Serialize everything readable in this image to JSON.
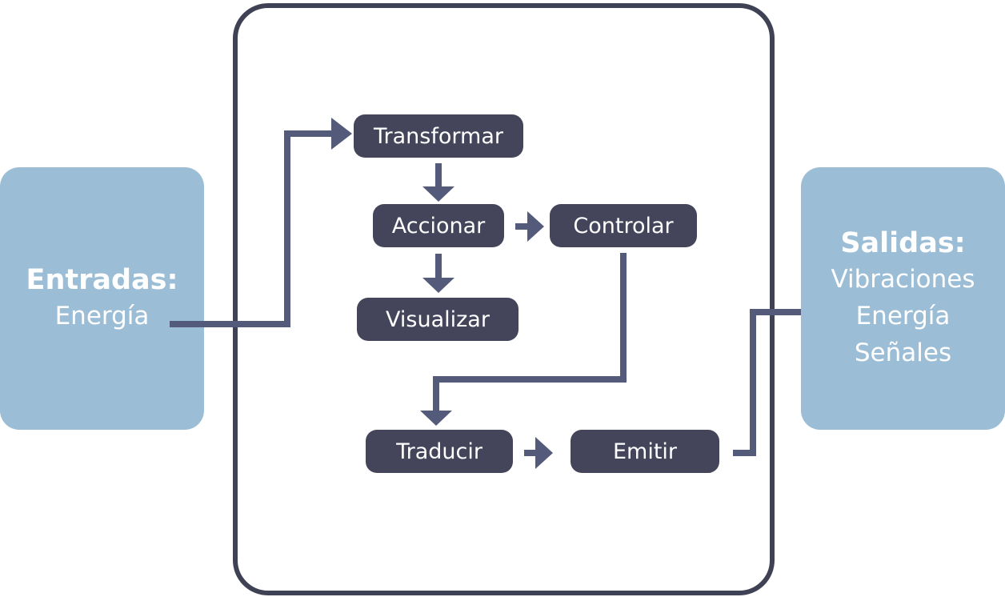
{
  "inputs": {
    "title": "Entradas:",
    "items": [
      "Energía"
    ]
  },
  "steps": {
    "transformar": "Transformar",
    "accionar": "Accionar",
    "controlar": "Controlar",
    "visualizar": "Visualizar",
    "traducir": "Traducir",
    "emitir": "Emitir"
  },
  "outputs": {
    "title": "Salidas:",
    "items": [
      "Vibraciones",
      "Energía",
      "Señales"
    ]
  },
  "colors": {
    "side_box": "#9bbdd6",
    "step_box": "#44455a",
    "frame": "#3f4154",
    "arrow": "#545a7a"
  }
}
